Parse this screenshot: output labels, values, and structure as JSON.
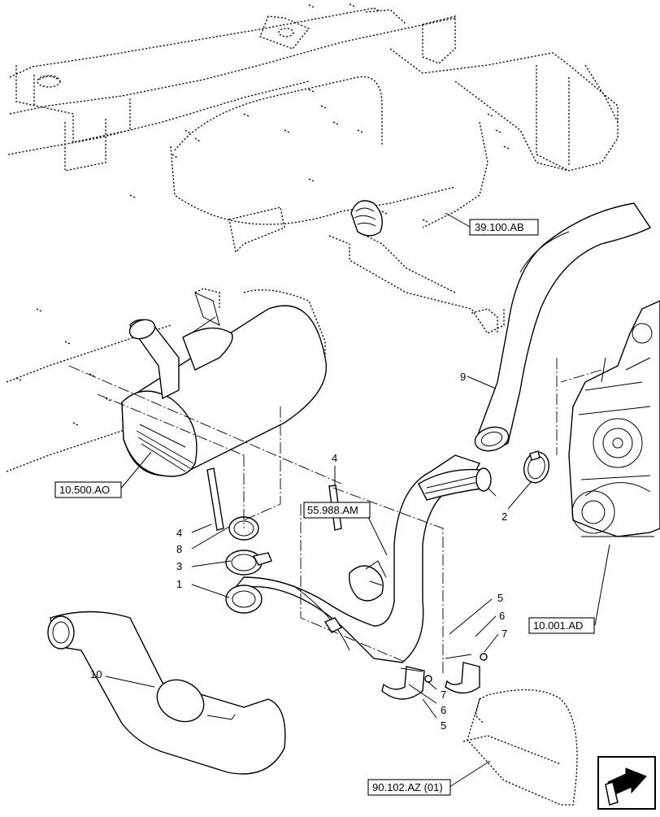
{
  "diagram": {
    "callouts": [
      "1",
      "2",
      "3",
      "4",
      "4",
      "5",
      "5",
      "6",
      "6",
      "7",
      "7",
      "8",
      "9",
      "10"
    ],
    "references": [
      "39.100.AB",
      "10.500.AO",
      "55.988.AM",
      "10.001.AD",
      "90.102.AZ (01)"
    ]
  },
  "icons": {
    "corner": "next-page-arrow-icon"
  }
}
